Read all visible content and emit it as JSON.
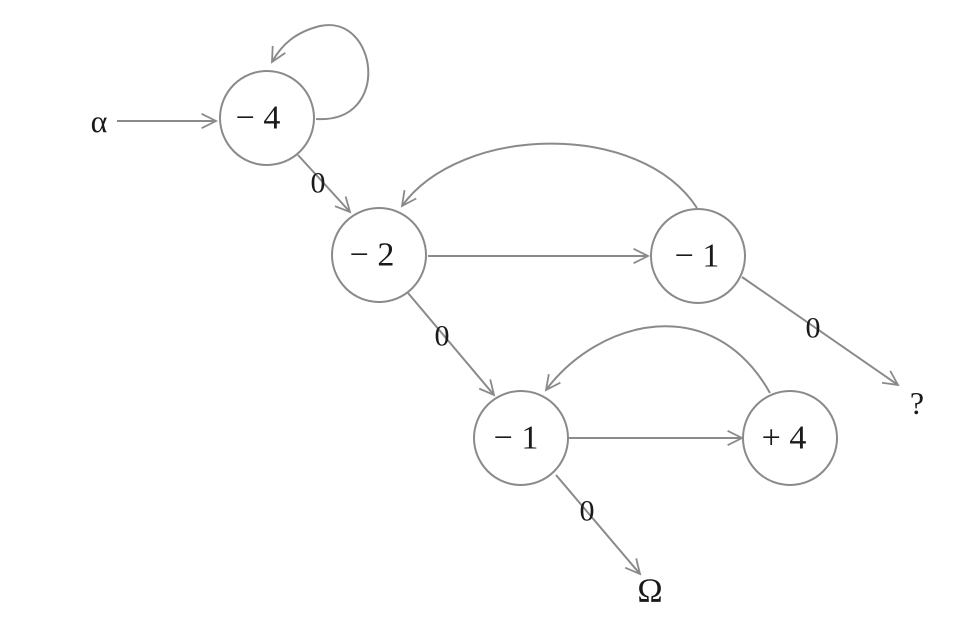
{
  "diagram": {
    "nodes": [
      {
        "id": "n1",
        "label": "− 4"
      },
      {
        "id": "n2",
        "label": "− 2"
      },
      {
        "id": "n3",
        "label": "− 1"
      },
      {
        "id": "n4",
        "label": "− 1"
      },
      {
        "id": "n5",
        "label": "+ 4"
      }
    ],
    "terminals": {
      "start": "α",
      "end": "Ω",
      "unknown": "?"
    },
    "edge_labels": {
      "n1_to_n2": "0",
      "n2_to_n4": "0",
      "n3_to_unknown": "0",
      "n4_to_end": "0"
    },
    "colors": {
      "stroke": "#8a8a8a",
      "text": "#1a1a1a"
    }
  }
}
